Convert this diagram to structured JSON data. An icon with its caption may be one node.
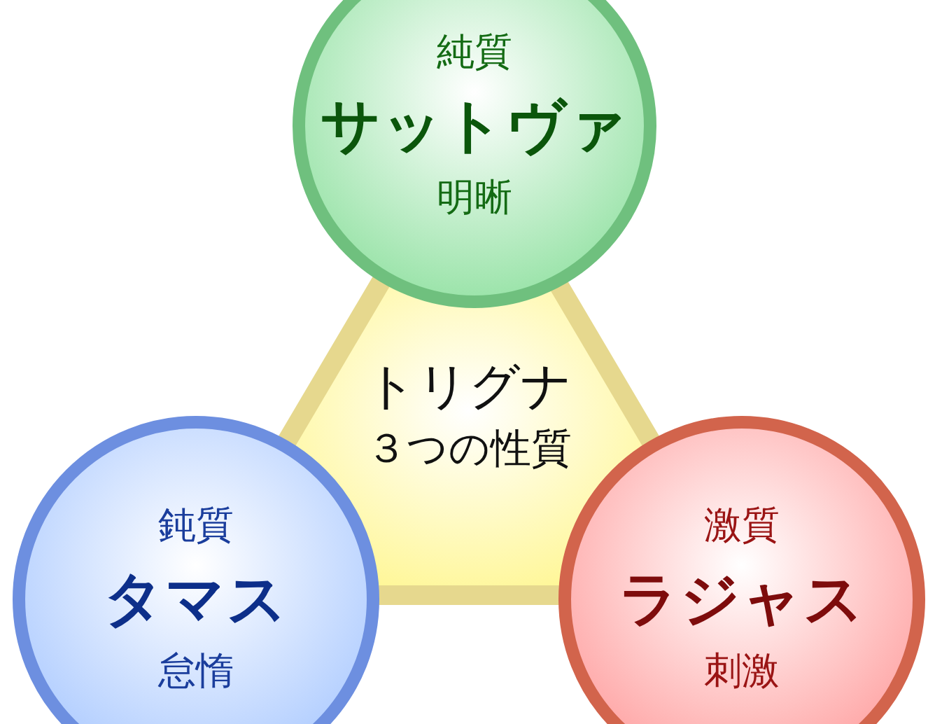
{
  "diagram": {
    "nodes": [
      {
        "text": [
          "トリグナ",
          "３つの性質"
        ]
      },
      {
        "text": [
          "純質",
          "サットヴァ",
          "明晰"
        ]
      },
      {
        "text": [
          "鈍質",
          "タマス",
          "怠惰"
        ]
      },
      {
        "text": [
          "激質",
          "ラジャス",
          "刺激"
        ]
      }
    ]
  }
}
